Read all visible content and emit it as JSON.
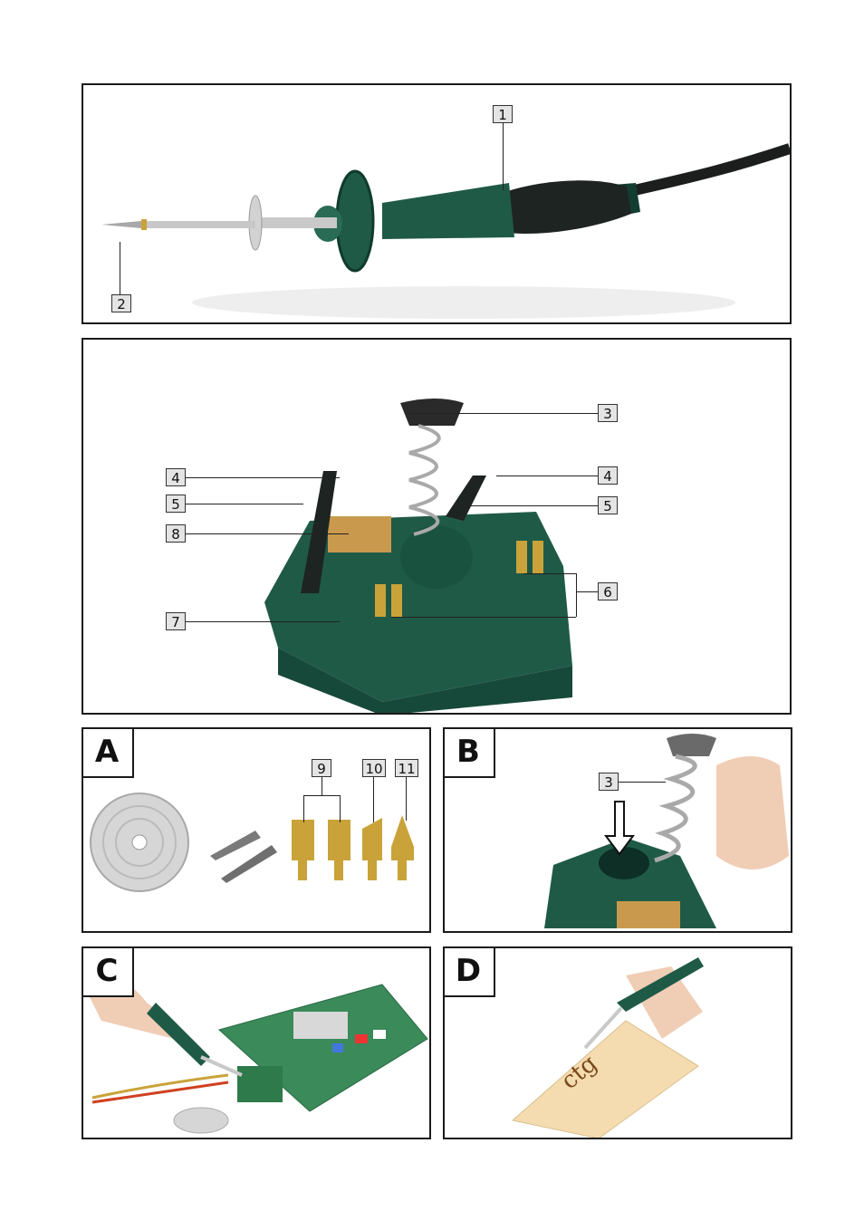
{
  "panel1": {
    "labels": [
      "1",
      "2"
    ]
  },
  "panel2": {
    "labels": [
      "3",
      "4",
      "4",
      "5",
      "5",
      "6",
      "7",
      "8"
    ]
  },
  "panelA": {
    "letter": "A",
    "labels": [
      "9",
      "10",
      "11"
    ]
  },
  "panelB": {
    "letter": "B",
    "labels": [
      "3"
    ]
  },
  "panelC": {
    "letter": "C"
  },
  "panelD": {
    "letter": "D"
  },
  "colors": {
    "tool_green": "#1f5a47",
    "tip_silver": "#c9c9c9",
    "brass": "#c9a33a",
    "sponge": "#c99a4e",
    "frame": "#1a1a1a"
  }
}
